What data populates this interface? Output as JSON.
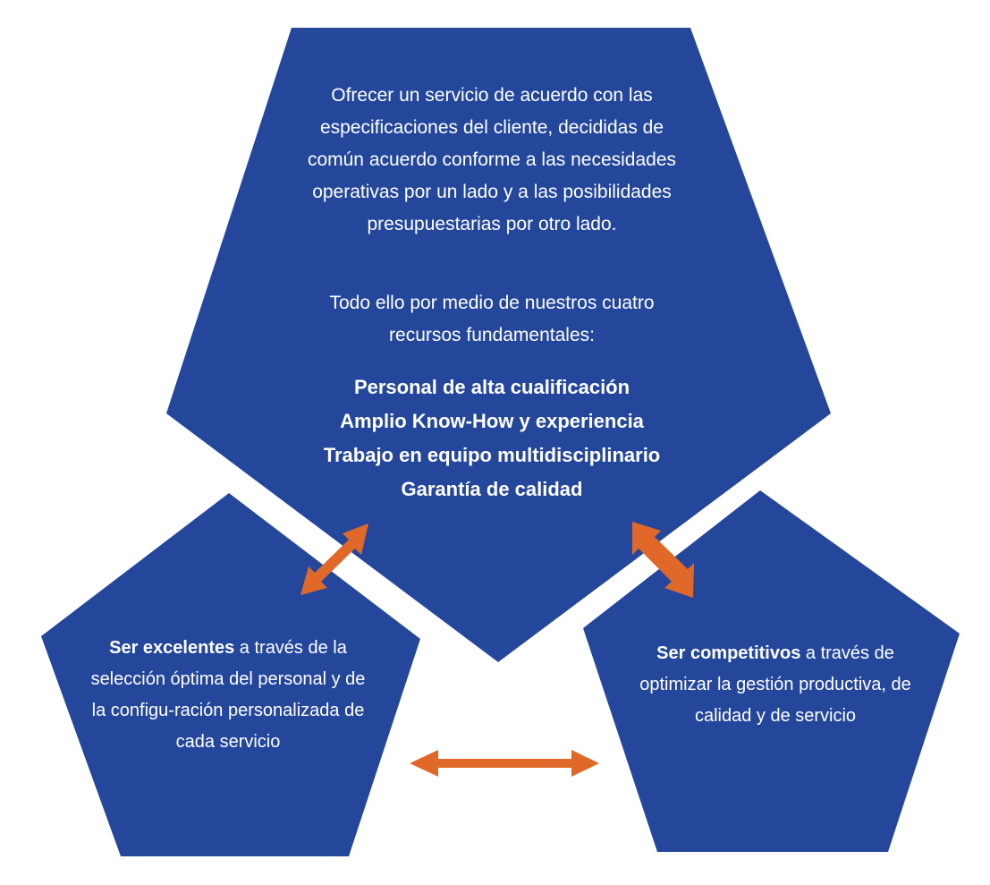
{
  "colors": {
    "pentagon_fill": "#24479c",
    "arrow_fill": "#e0692a",
    "text": "#ffffff"
  },
  "top": {
    "intro": "Ofrecer un servicio de acuerdo con las especificaciones del cliente, decididas de común acuerdo conforme a las necesidades operativas por un lado y a las posibilidades presupuestarias por otro lado.",
    "intro2": "Todo ello por medio de nuestros cuatro recursos fundamentales:",
    "resources": [
      "Personal de alta cualificación",
      "Amplio Know-How y experiencia",
      "Trabajo en equipo multidisciplinario",
      "Garantía de calidad"
    ]
  },
  "left": {
    "bold": "Ser excelentes",
    "rest": " a través de la selección óptima del personal y de la configu-ración personalizada de cada servicio"
  },
  "right": {
    "bold": "Ser competitivos",
    "rest": " a través de optimizar la gestión productiva, de calidad y de servicio"
  }
}
